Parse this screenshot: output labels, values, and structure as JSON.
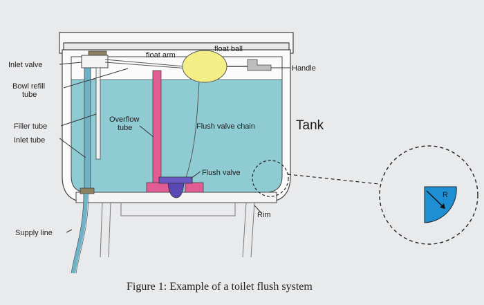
{
  "labels": {
    "inlet_valve": "Inlet valve",
    "bowl_refill_1": "Bowl refill",
    "bowl_refill_2": "tube",
    "filler_tube": "Filler tube",
    "inlet_tube": "Inlet tube",
    "supply_line": "Supply line",
    "float_arm": "float arm",
    "float_ball": "float ball",
    "handle": "Handle",
    "overflow_1": "Overflow",
    "overflow_2": "tube",
    "flush_valve_chain": "Flush valve chain",
    "tank": "Tank",
    "flush_valve": "Flush valve",
    "rim": "Rim",
    "radius": "R"
  },
  "caption": "Figure 1: Example of a toilet flush system",
  "colors": {
    "water": "#8fcbd2",
    "tank_wall": "#ffffff",
    "overflow_tube": "#e05c93",
    "float_ball": "#f3ef86",
    "flush_valve": "#6a58c4",
    "detail_fill": "#1f8fd3",
    "supply_line": "#6fb3c8"
  }
}
